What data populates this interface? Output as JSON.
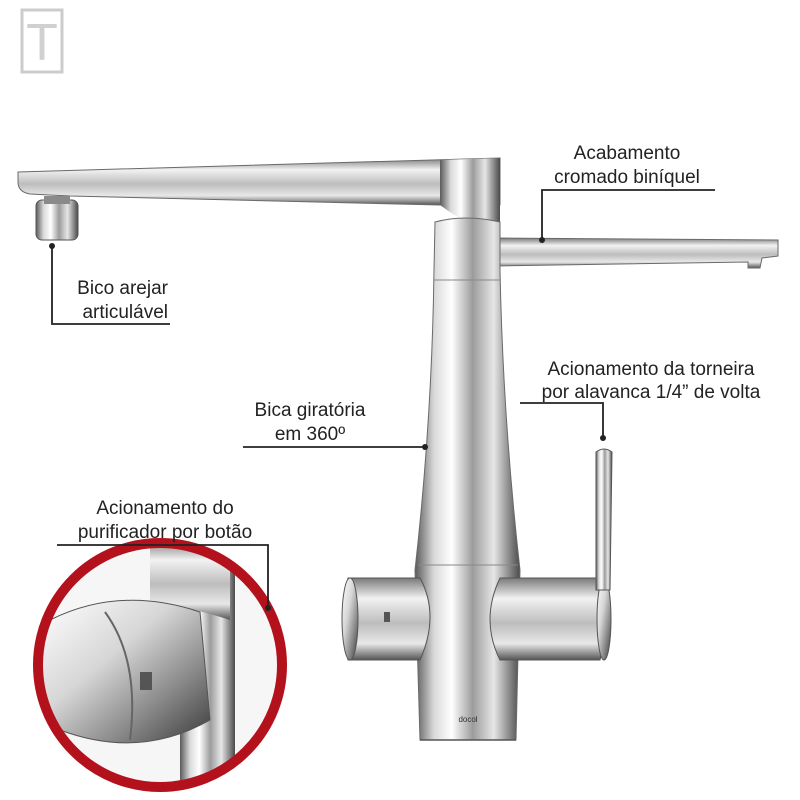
{
  "logo": {
    "glyph": "T"
  },
  "callouts": {
    "finish": {
      "line1": "Acabamento",
      "line2": "cromado biníquel"
    },
    "aerator": {
      "line1": "Bico arejar",
      "line2": "articulável"
    },
    "lever": {
      "line1": "Acionamento da torneira",
      "line2": "por alavanca 1/4” de volta"
    },
    "swivel": {
      "line1": "Bica giratória",
      "line2": "em 360º"
    },
    "button": {
      "line1": "Acionamento do",
      "line2": "purificador por botão"
    }
  },
  "product": {
    "brand_mark": "docol"
  },
  "colors": {
    "highlight_ring": "#b3121d",
    "chrome_light": "#f4f4f4",
    "chrome_dark": "#3c3c3c",
    "text": "#222222"
  }
}
